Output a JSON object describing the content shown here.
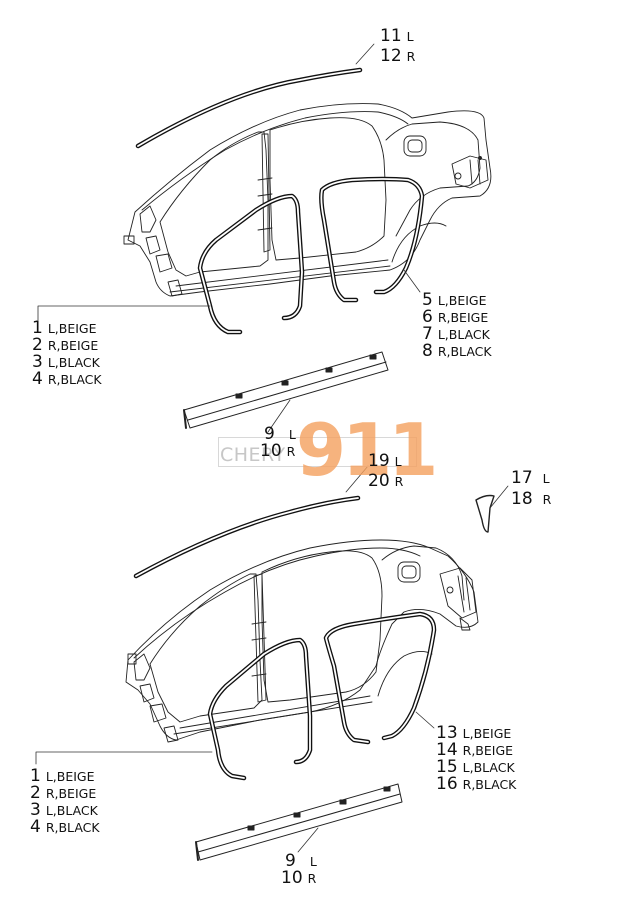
{
  "upper": {
    "roof_moulding": [
      {
        "num": "11",
        "side": "L"
      },
      {
        "num": "12",
        "side": "R"
      }
    ],
    "front_seal": [
      {
        "num": "1",
        "desc": "L,BEIGE"
      },
      {
        "num": "2",
        "desc": "R,BEIGE"
      },
      {
        "num": "3",
        "desc": "L,BLACK"
      },
      {
        "num": "4",
        "desc": "R,BLACK"
      }
    ],
    "rear_seal": [
      {
        "num": "5",
        "desc": "L,BEIGE"
      },
      {
        "num": "6",
        "desc": "R,BEIGE"
      },
      {
        "num": "7",
        "desc": "L,BLACK"
      },
      {
        "num": "8",
        "desc": "R,BLACK"
      }
    ],
    "sill_moulding": [
      {
        "num": "9",
        "side": "L"
      },
      {
        "num": "10",
        "side": "R"
      }
    ]
  },
  "lower": {
    "roof_moulding": [
      {
        "num": "19",
        "side": "L"
      },
      {
        "num": "20",
        "side": "R"
      }
    ],
    "small_trim": [
      {
        "num": "17",
        "side": "L"
      },
      {
        "num": "18",
        "side": "R"
      }
    ],
    "front_seal": [
      {
        "num": "1",
        "desc": "L,BEIGE"
      },
      {
        "num": "2",
        "desc": "R,BEIGE"
      },
      {
        "num": "3",
        "desc": "L,BLACK"
      },
      {
        "num": "4",
        "desc": "R,BLACK"
      }
    ],
    "rear_seal": [
      {
        "num": "13",
        "desc": "L,BEIGE"
      },
      {
        "num": "14",
        "desc": "R,BEIGE"
      },
      {
        "num": "15",
        "desc": "L,BLACK"
      },
      {
        "num": "16",
        "desc": "R,BLACK"
      }
    ],
    "sill_moulding": [
      {
        "num": "9",
        "side": "L"
      },
      {
        "num": "10",
        "side": "R"
      }
    ]
  },
  "watermark": {
    "brand": "CHERY",
    "number": "911"
  }
}
